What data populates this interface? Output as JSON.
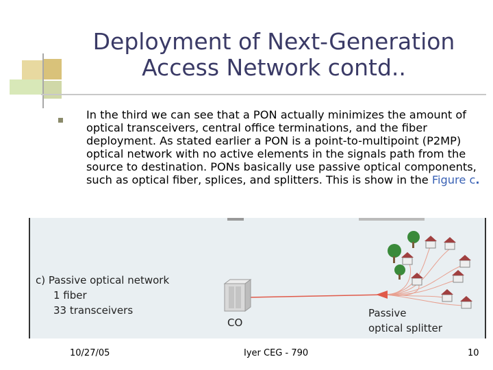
{
  "slide": {
    "title_line1": "Deployment of Next-Generation",
    "title_line2": "Access Network contd..",
    "body_main": "In the third we can see that  a PON actually minimizes the amount of optical transceivers, central office terminations, and the fiber deployment. As stated earlier a PON is a point-to-multipoint (P2MP) optical network with no active elements in the signals path from the source to destination. PONs basically use passive optical components, such as optical fiber, splices, and splitters. This is show in the ",
    "body_link": "Figure c",
    "body_end": "."
  },
  "figure": {
    "label_title": "c) Passive optical network",
    "label_fiber": "1 fiber",
    "label_transceivers": "33 transceivers",
    "co_label": "CO",
    "splitter_line1": "Passive",
    "splitter_line2": "optical splitter"
  },
  "footer": {
    "date": "10/27/05",
    "center": "Iyer CEG - 790",
    "page": "10"
  },
  "colors": {
    "title": "#3a3a66",
    "link": "#3a62b5",
    "figure_bg": "#e9eff2",
    "fiber": "#e05a4a"
  }
}
